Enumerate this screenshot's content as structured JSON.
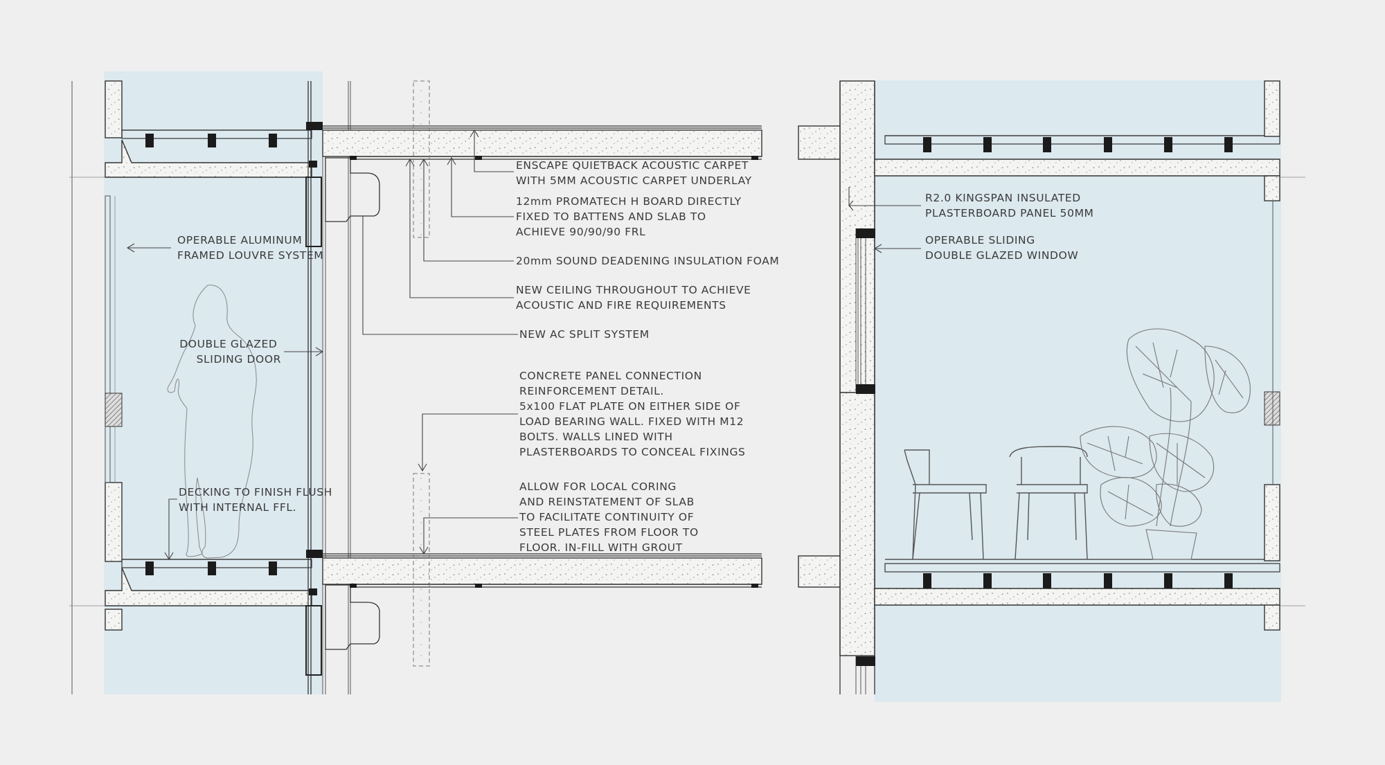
{
  "labels": {
    "louvre": [
      "OPERABLE ALUMINUM",
      "FRAMED LOUVRE SYSTEM"
    ],
    "sliding_door": [
      "DOUBLE GLAZED",
      "SLIDING DOOR"
    ],
    "decking": [
      "DECKING TO FINISH FLUSH",
      "WITH INTERNAL FFL."
    ],
    "carpet": [
      "ENSCAPE QUIETBACK ACOUSTIC CARPET",
      "WITH 5MM ACOUSTIC CARPET UNDERLAY"
    ],
    "promatech": [
      "12mm PROMATECH H BOARD DIRECTLY",
      "FIXED TO BATTENS AND SLAB TO",
      "ACHIEVE 90/90/90 FRL"
    ],
    "foam": [
      "20mm SOUND DEADENING INSULATION FOAM"
    ],
    "ceiling": [
      "NEW CEILING THROUGHOUT TO ACHIEVE",
      "ACOUSTIC AND FIRE REQUIREMENTS"
    ],
    "ac": [
      "NEW AC SPLIT SYSTEM"
    ],
    "connection": [
      "CONCRETE PANEL CONNECTION",
      "REINFORCEMENT DETAIL.",
      "5x100 FLAT PLATE ON EITHER SIDE OF",
      "LOAD BEARING WALL. FIXED WITH M12",
      "BOLTS. WALLS LINED WITH",
      "PLASTERBOARDS TO CONCEAL FIXINGS"
    ],
    "coring": [
      "ALLOW FOR LOCAL CORING",
      "AND REINSTATEMENT OF SLAB",
      "TO FACILITATE CONTINUITY OF",
      "STEEL PLATES FROM FLOOR TO",
      "FLOOR.     IN-FILL WITH GROUT"
    ],
    "kingspan": [
      "R2.0 KINGSPAN INSULATED",
      "PLASTERBOARD PANEL 50MM"
    ],
    "window": [
      "OPERABLE SLIDING",
      "DOUBLE GLAZED WINDOW"
    ]
  },
  "colors": {
    "background": "#efefef",
    "glazing_tint": "#dce9ef",
    "linework": "#333333"
  }
}
